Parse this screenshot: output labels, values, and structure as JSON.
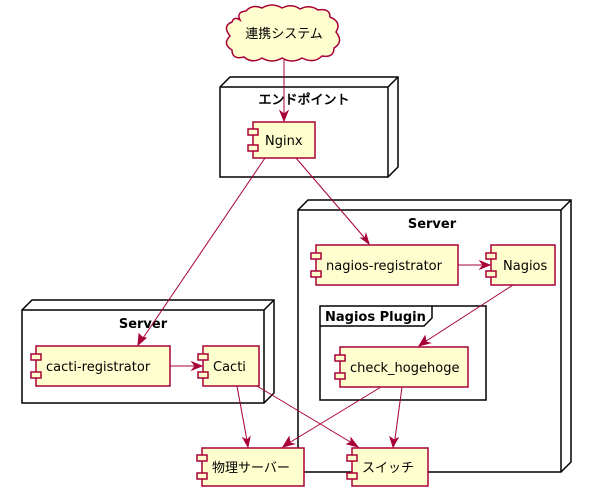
{
  "colors": {
    "component_fill": "#FEFECE",
    "component_border": "#A80036",
    "edge": "#A80036",
    "node_border": "#000000"
  },
  "cloud": {
    "label": "連携システム"
  },
  "nodes": {
    "endpoint": {
      "title": "エンドポイント"
    },
    "server_right": {
      "title": "Server"
    },
    "server_left": {
      "title": "Server"
    }
  },
  "frame": {
    "title": "Nagios Plugin"
  },
  "components": {
    "nginx": "Nginx",
    "nagios_registrator": "nagios-registrator",
    "nagios": "Nagios",
    "check_hogehoge": "check_hogehoge",
    "cacti_registrator": "cacti-registrator",
    "cacti": "Cacti",
    "physical_server": "物理サーバー",
    "switch": "スイッチ"
  },
  "edges": [
    {
      "from": "cloud",
      "to": "nginx"
    },
    {
      "from": "nginx",
      "to": "nagios_registrator"
    },
    {
      "from": "nginx",
      "to": "cacti_registrator"
    },
    {
      "from": "nagios_registrator",
      "to": "nagios"
    },
    {
      "from": "nagios",
      "to": "check_hogehoge"
    },
    {
      "from": "cacti_registrator",
      "to": "cacti"
    },
    {
      "from": "cacti",
      "to": "physical_server"
    },
    {
      "from": "cacti",
      "to": "switch"
    },
    {
      "from": "check_hogehoge",
      "to": "physical_server"
    },
    {
      "from": "check_hogehoge",
      "to": "switch"
    }
  ]
}
